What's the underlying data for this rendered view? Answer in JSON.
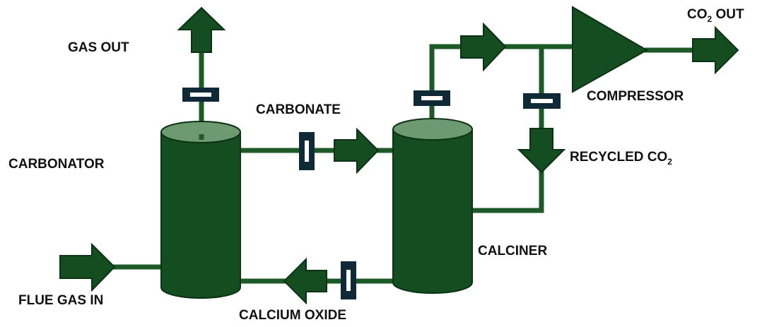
{
  "labels": {
    "gas_out": "GAS OUT",
    "carbonate": "CARBONATE",
    "carbonator": "CARBONATOR",
    "flue_gas_in": "FLUE GAS IN",
    "calcium_oxide": "CALCIUM OXIDE",
    "calciner": "CALCINER",
    "compressor": "COMPRESSOR",
    "co2_out": {
      "main": "CO",
      "sub": "2",
      "tail": " OUT"
    },
    "recycled_co2": {
      "main": "RECYCLED CO",
      "sub": "2"
    }
  },
  "colors": {
    "vessel_body": "#144d1f",
    "vessel_top": "#6e9a72",
    "pipe": "#1e5a28",
    "arrow_fill": "#144d1f",
    "valve_fill": "#0f2a36",
    "valve_slot": "#ffffff",
    "label": "#111111"
  }
}
